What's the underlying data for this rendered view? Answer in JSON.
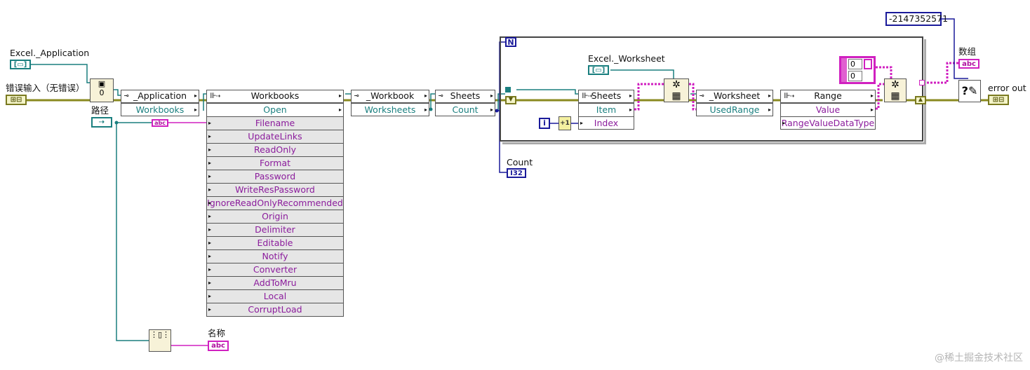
{
  "labels": {
    "excel_application": "Excel._Application",
    "error_in": "错误输入（无错误）",
    "path": "路径",
    "name": "名称",
    "excel_worksheet": "Excel._Worksheet",
    "count": "Count",
    "array": "数组",
    "error_out": "error out"
  },
  "constant_value": "-2147352571",
  "array_values": [
    "0",
    "0"
  ],
  "loop": {
    "n_label": "N",
    "i_label": "i",
    "increment": "+1"
  },
  "terminals": {
    "refnum": "[▭]",
    "string": "abc",
    "i32": "I32",
    "error": "⊞⊟"
  },
  "nodes": {
    "application": {
      "title": "_Application",
      "props": [
        "Workbooks"
      ]
    },
    "workbooks": {
      "title": "Workbooks",
      "method": "Open",
      "params": [
        "Filename",
        "UpdateLinks",
        "ReadOnly",
        "Format",
        "Password",
        "WriteResPassword",
        "IgnoreReadOnlyRecommended",
        "Origin",
        "Delimiter",
        "Editable",
        "Notify",
        "Converter",
        "AddToMru",
        "Local",
        "CorruptLoad"
      ]
    },
    "workbook": {
      "title": "_Workbook",
      "props": [
        "Worksheets"
      ]
    },
    "sheets1": {
      "title": "Sheets",
      "props": [
        "Count"
      ]
    },
    "sheets2": {
      "title": "Sheets",
      "props": [
        "Item",
        "Index"
      ]
    },
    "worksheet": {
      "title": "_Worksheet",
      "props": [
        "UsedRange"
      ]
    },
    "range": {
      "title": "Range",
      "props": [
        "Value",
        "RangeValueDataType"
      ]
    }
  },
  "icon_names": [
    "refnum-icon",
    "error-cluster-icon",
    "path-icon",
    "string-icon",
    "i32-icon",
    "close-reference-icon",
    "variant-to-data-icon",
    "strip-path-icon",
    "simple-error-handler-icon",
    "increment-icon"
  ],
  "colors": {
    "refnum_wire": "#1a7f7f",
    "error_wire": "#8a8a20",
    "string_wire": "#d020c0",
    "int_wire": "#1a1a9a"
  },
  "watermark": "@稀土掘金技术社区"
}
